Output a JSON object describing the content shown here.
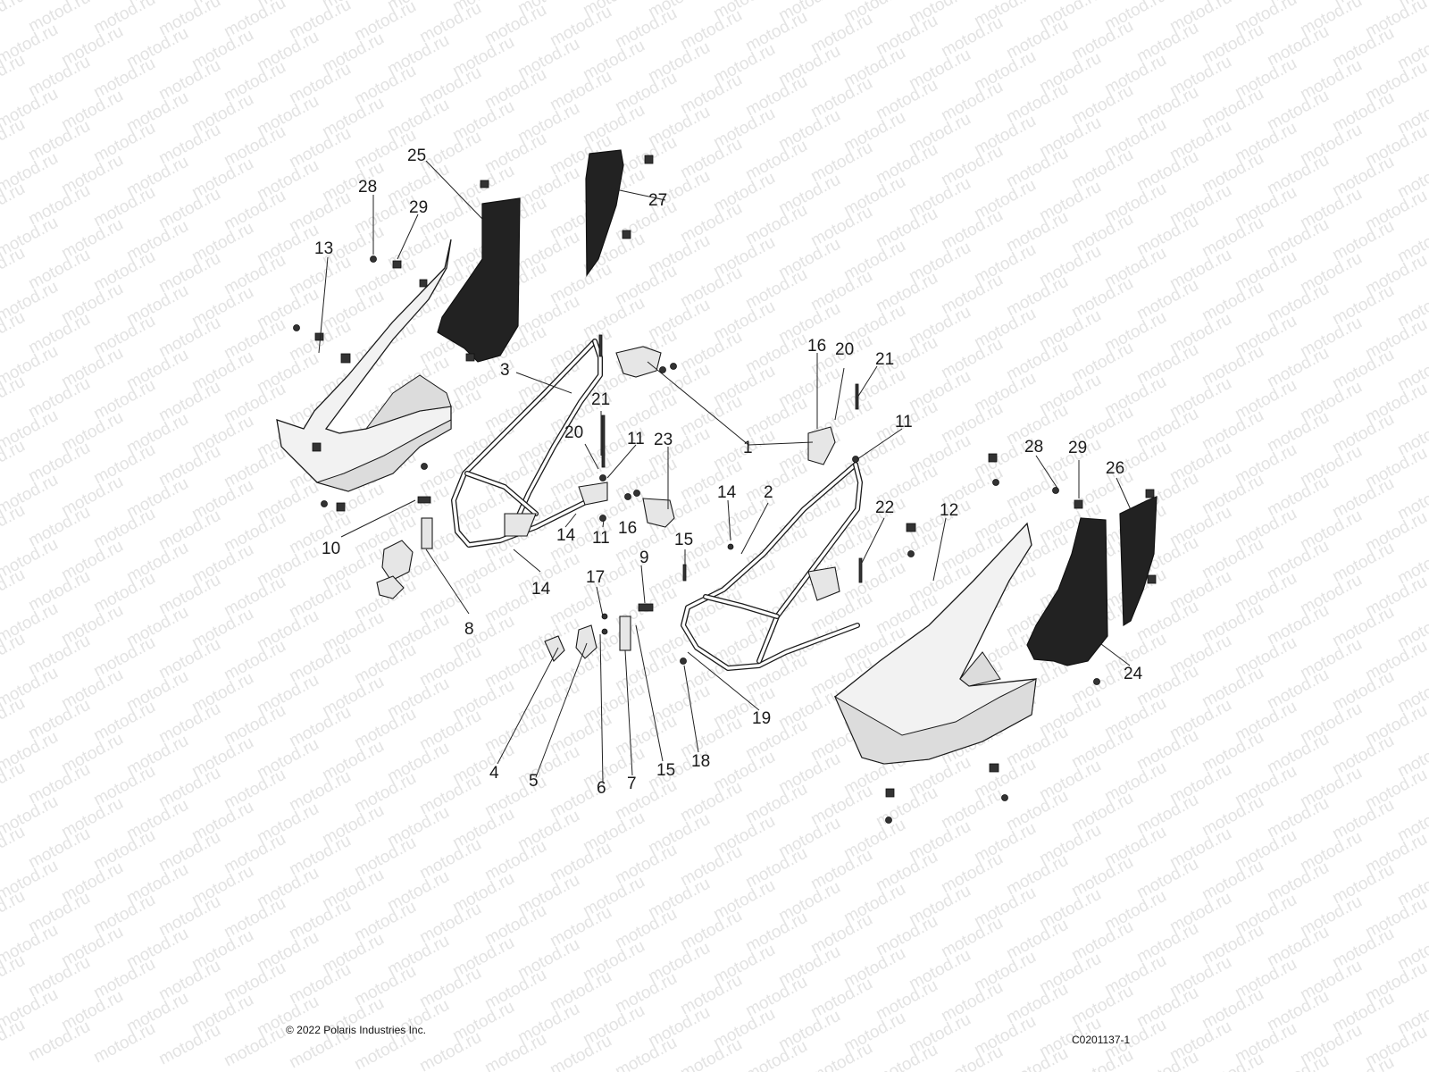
{
  "watermark": {
    "text": "motod.ru"
  },
  "callouts": [
    "1",
    "2",
    "3",
    "4",
    "5",
    "6",
    "7",
    "8",
    "9",
    "10",
    "11",
    "12",
    "13",
    "14",
    "15",
    "16",
    "17",
    "18",
    "19",
    "20",
    "21",
    "22",
    "23",
    "24",
    "25",
    "26",
    "27",
    "28",
    "29"
  ],
  "footer": {
    "copyright": "© 2022 Polaris Industries Inc.",
    "drawing_code": "C0201137-1"
  }
}
